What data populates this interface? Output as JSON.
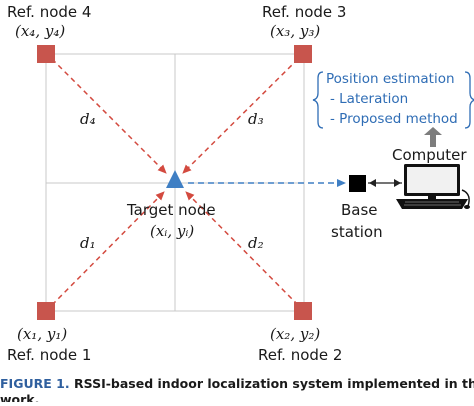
{
  "diagram": {
    "ref_nodes": [
      {
        "name": "Ref. node 1",
        "coord": "(x₁, y₁)"
      },
      {
        "name": "Ref. node 2",
        "coord": "(x₂, y₂)"
      },
      {
        "name": "Ref. node 3",
        "coord": "(x₃, y₃)"
      },
      {
        "name": "Ref. node 4",
        "coord": "(x₄, y₄)"
      }
    ],
    "distances": [
      "d₁",
      "d₂",
      "d₃",
      "d₄"
    ],
    "target": {
      "label": "Target node",
      "coord": "(xᵢ, yᵢ)"
    },
    "base_station": {
      "line1": "Base",
      "line2": "station"
    },
    "computer": {
      "label": "Computer"
    },
    "estimation": {
      "title": "Position estimation",
      "items": [
        "-  Lateration",
        "-  Proposed method"
      ]
    },
    "colors": {
      "node": "#c8554d",
      "target": "#3f7fc4",
      "dashed_red": "#d34a3f",
      "dashed_blue": "#3f7fc4",
      "brace": "#2f6db5",
      "arrow_gray": "#7d7d7d"
    }
  },
  "caption": {
    "label": "FIGURE 1.",
    "text_line1": "RSSI-based indoor localization system implemented in this",
    "text_line2": "work."
  }
}
